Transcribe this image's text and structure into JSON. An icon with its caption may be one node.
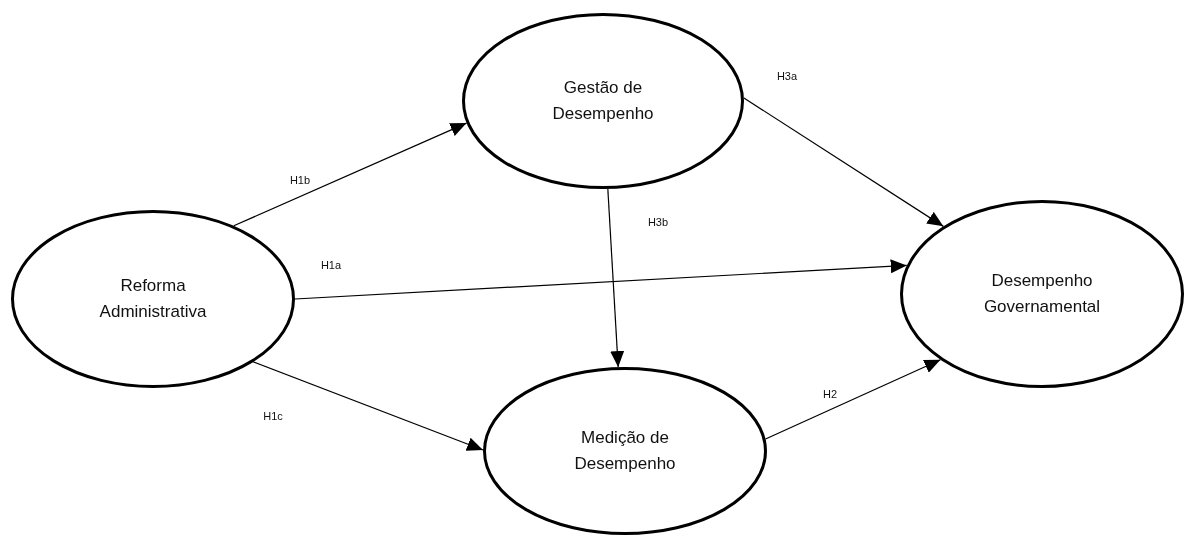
{
  "diagram": {
    "nodes": [
      {
        "text": [
          "Reforma Administrativa"
        ]
      },
      {
        "text": [
          "Gestão de Desempenho"
        ]
      },
      {
        "text": [
          "Medição de Desempenho"
        ]
      },
      {
        "text": [
          "Desempenho Governamental"
        ]
      }
    ],
    "edges": [
      {
        "from": 0,
        "to": 1,
        "arrow": "to",
        "label": "H1b"
      },
      {
        "from": 0,
        "to": 3,
        "arrow": "to",
        "label": "H1a"
      },
      {
        "from": 0,
        "to": 2,
        "arrow": "to",
        "label": "H1c"
      },
      {
        "from": 1,
        "to": 3,
        "arrow": "to",
        "label": "H3a"
      },
      {
        "from": 1,
        "to": 2,
        "arrow": "to",
        "label": "H3b"
      },
      {
        "from": 2,
        "to": 3,
        "arrow": "to",
        "label": "H2"
      }
    ]
  }
}
